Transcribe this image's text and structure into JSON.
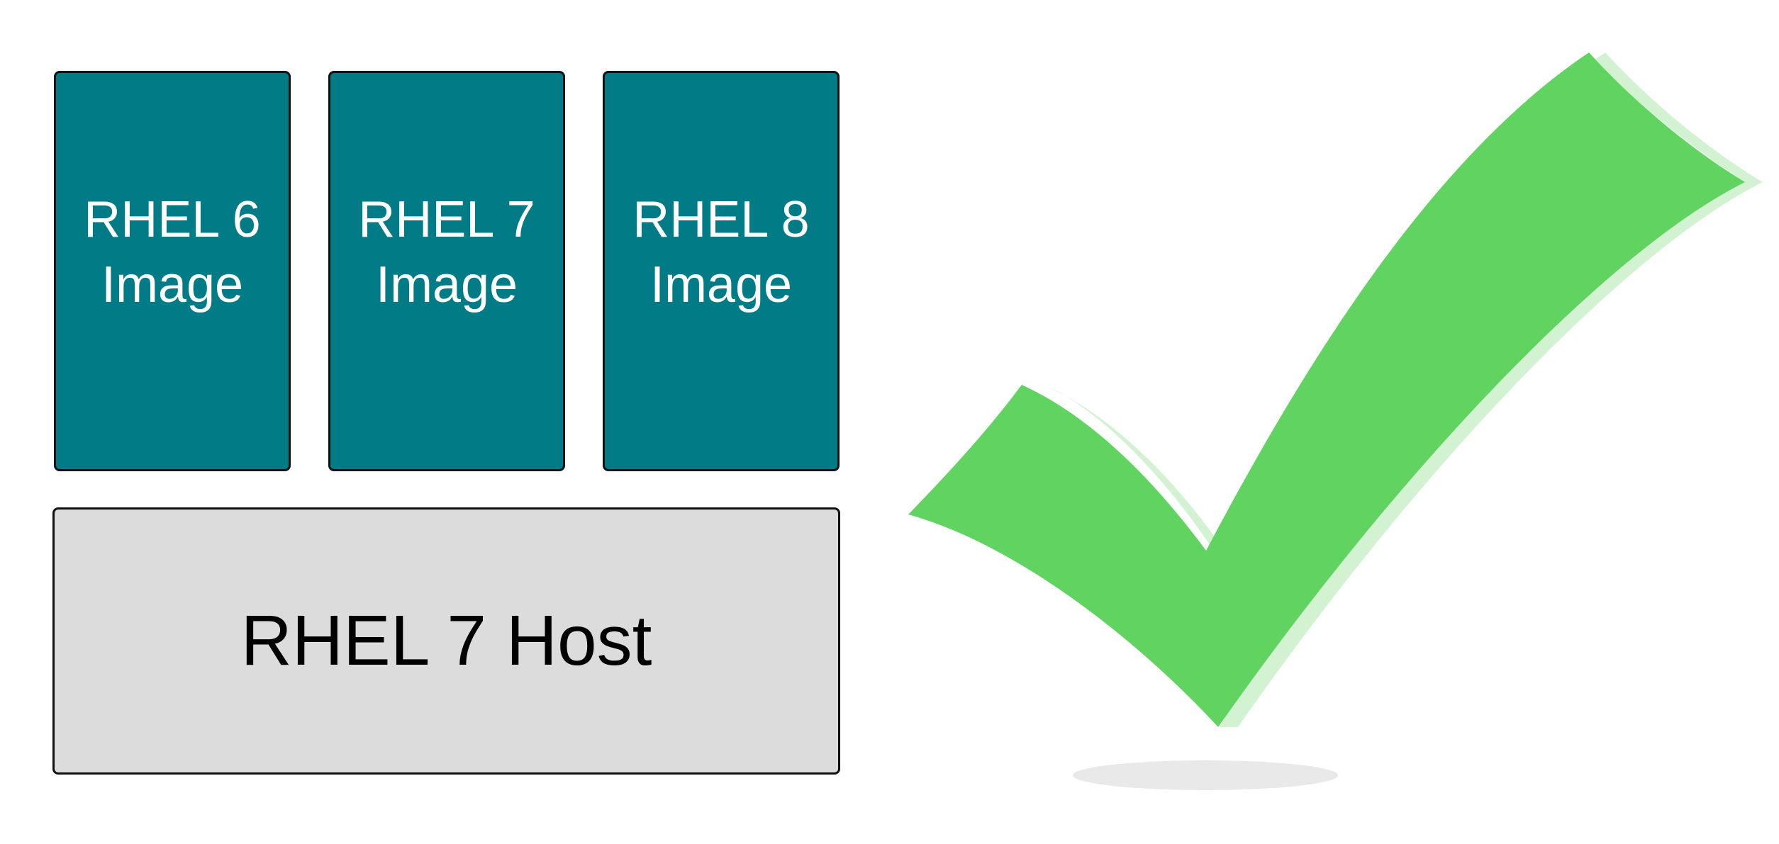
{
  "images": [
    {
      "line1": "RHEL 6",
      "line2": "Image"
    },
    {
      "line1": "RHEL 7",
      "line2": "Image"
    },
    {
      "line1": "RHEL 8",
      "line2": "Image"
    }
  ],
  "host": {
    "label": "RHEL 7 Host"
  },
  "colors": {
    "image_fill": "#017b86",
    "host_fill": "#dcdcdc",
    "check_green": "#61d361",
    "check_shadow": "#d2f2d1",
    "ground_shadow": "#e9e9e9"
  },
  "icons": {
    "check": "checkmark-icon"
  }
}
